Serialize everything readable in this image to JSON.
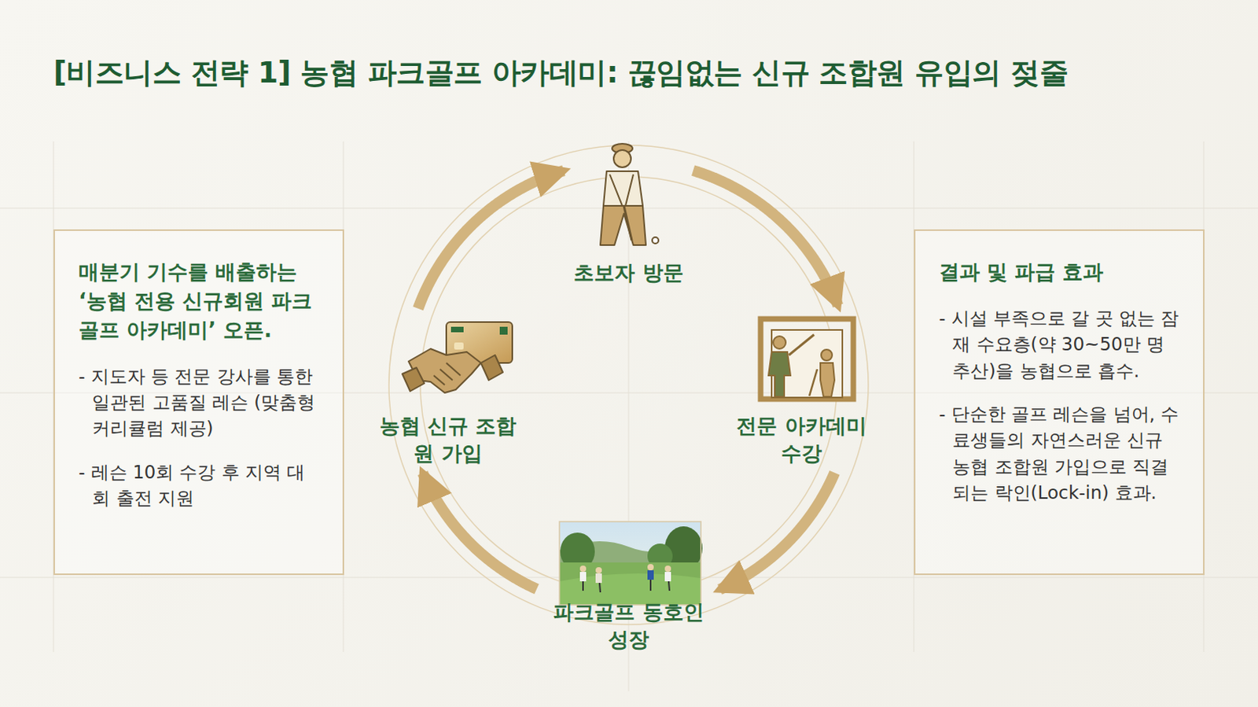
{
  "diagram": {
    "title": "[비즈니스 전략 1] 농협 파크골프 아카데미: 끊임없는 신규 조합원 유입의 젖줄",
    "nodes": [
      {
        "text": [
          "매분기 기수를 배출하는 ‘농협 전용 신규회원 파크골프 아카데미’ 오픈.",
          "- 지도자 등 전문 강사를 통한 일관된 고품질 레슨 (맞춤형 커리큘럼 제공)",
          "- 레슨 10회 수강 후 지역 대회 출전 지원"
        ]
      },
      {
        "text": [
          "초보자 방문"
        ]
      },
      {
        "text": [
          "농협 신규 조합원 가입"
        ]
      },
      {
        "text": [
          "전문 아카데미 수강"
        ]
      },
      {
        "text": [
          "파크골프 동호인 성장"
        ]
      },
      {
        "text": [
          "결과 및 파급 효과",
          "- 시설 부족으로 갈 곳 없는 잠재 수요층(약 30~50만 명 추산)을 농협으로 흡수.",
          "- 단순한 골프 레슨을 넘어, 수료생들의 자연스러운 신규 농협 조합원 가입으로 직결되는 락인(Lock-in) 효과."
        ]
      }
    ],
    "edges": [
      {
        "from": 1,
        "to": 3,
        "arrow": "to"
      },
      {
        "from": 3,
        "to": 4,
        "arrow": "to"
      },
      {
        "from": 4,
        "to": 2,
        "arrow": "to"
      },
      {
        "from": 2,
        "to": 1,
        "arrow": "to"
      }
    ]
  }
}
